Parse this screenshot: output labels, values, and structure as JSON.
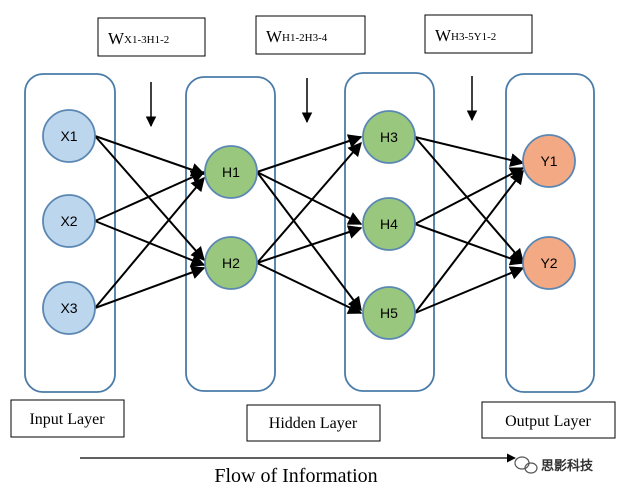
{
  "weights": {
    "w1": {
      "main": "W",
      "sub": "X1-3H1-2"
    },
    "w2": {
      "main": "W",
      "sub": "H1-2H3-4"
    },
    "w3": {
      "main": "W",
      "sub": "H3-5Y1-2"
    }
  },
  "nodes": {
    "x1": "X1",
    "x2": "X2",
    "x3": "X3",
    "h1": "H1",
    "h2": "H2",
    "h3": "H3",
    "h4": "H4",
    "h5": "H5",
    "y1": "Y1",
    "y2": "Y2"
  },
  "labels": {
    "input": "Input Layer",
    "hidden": "Hidden Layer",
    "output": "Output Layer",
    "flow": "Flow of Information"
  },
  "watermark": {
    "text": "思影科技"
  },
  "colors": {
    "input_node": "#bcd6ee",
    "hidden_node": "#99c77e",
    "output_node": "#f4a985",
    "layer_border": "#4a7ba8",
    "node_border": "#5b87b3"
  }
}
